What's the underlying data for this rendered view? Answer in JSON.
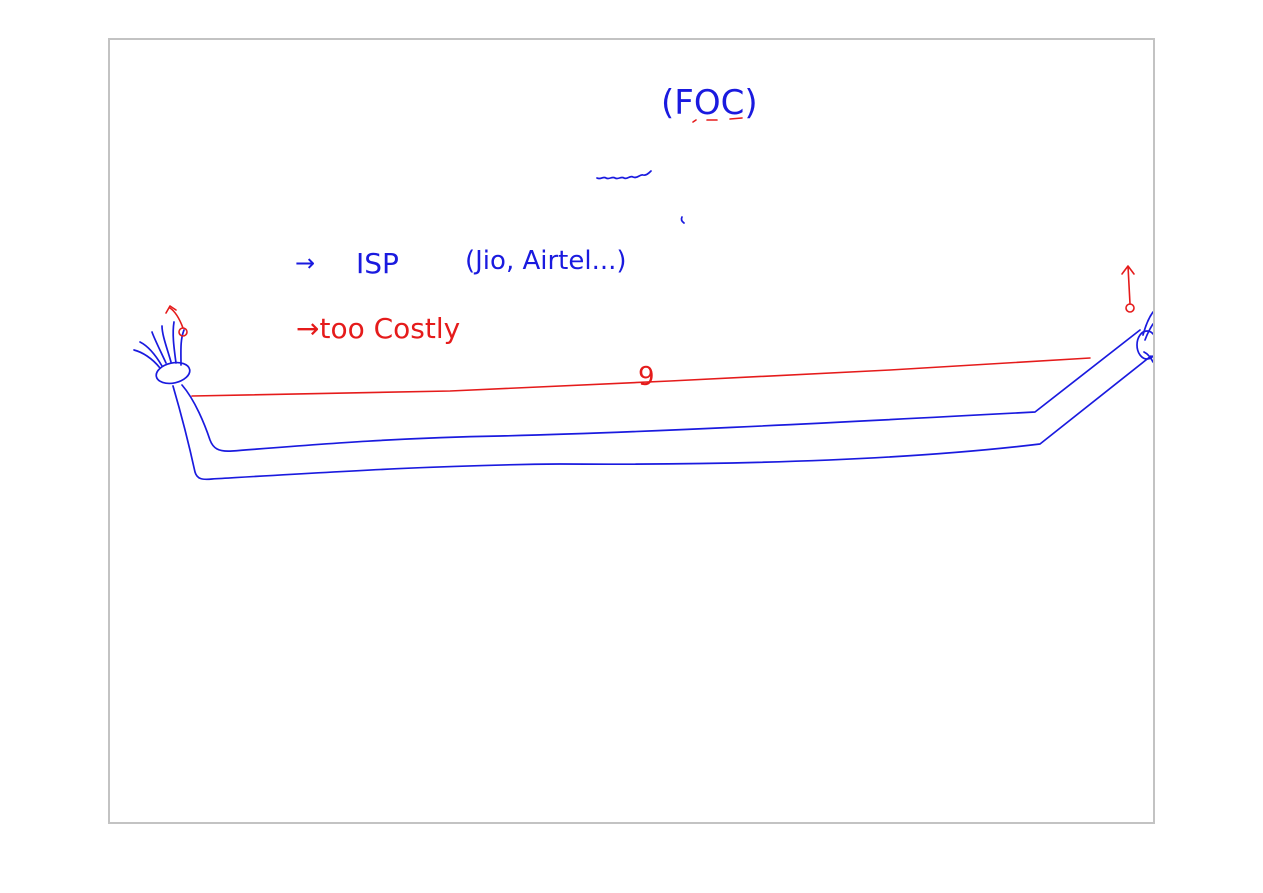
{
  "canvas": {
    "background": "#ffffff",
    "border_color": "#c3c3c3"
  },
  "ink_colors": {
    "blue": "#1a1adf",
    "red": "#e51b1b"
  },
  "notes": {
    "foc": "(FOC)",
    "isp_arrow": "→",
    "isp": "ISP",
    "isp_examples": "(Jio, Airtel...)",
    "costly": "→too Costly",
    "span_label": "9"
  },
  "icons": [
    "left-cable-bundle-icon",
    "right-cable-bundle-icon",
    "up-arrow-icon"
  ]
}
